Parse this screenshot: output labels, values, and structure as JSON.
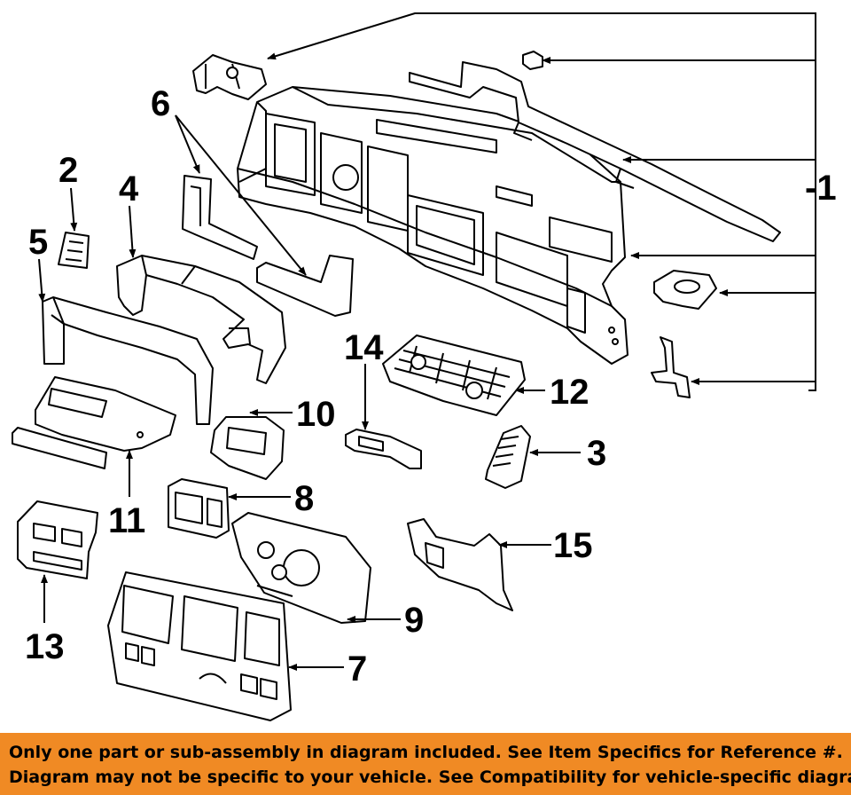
{
  "diagram": {
    "callouts": [
      {
        "id": "1",
        "label": "-1"
      },
      {
        "id": "2",
        "label": "2"
      },
      {
        "id": "3",
        "label": "3"
      },
      {
        "id": "4",
        "label": "4"
      },
      {
        "id": "5",
        "label": "5"
      },
      {
        "id": "6",
        "label": "6"
      },
      {
        "id": "7",
        "label": "7"
      },
      {
        "id": "8",
        "label": "8"
      },
      {
        "id": "9",
        "label": "9"
      },
      {
        "id": "10",
        "label": "10"
      },
      {
        "id": "11",
        "label": "11"
      },
      {
        "id": "12",
        "label": "12"
      },
      {
        "id": "13",
        "label": "13"
      },
      {
        "id": "14",
        "label": "14"
      },
      {
        "id": "15",
        "label": "15"
      }
    ],
    "colors": {
      "line": "#000000",
      "part_fill": "#ffffff",
      "banner": "#f08a24"
    }
  },
  "banner": {
    "line1": "Only one part or sub-assembly in diagram included. See Item Specifics for Reference #.",
    "line2": "Diagram may not be specific to your vehicle. See Compatibility for vehicle-specific diagrams."
  }
}
